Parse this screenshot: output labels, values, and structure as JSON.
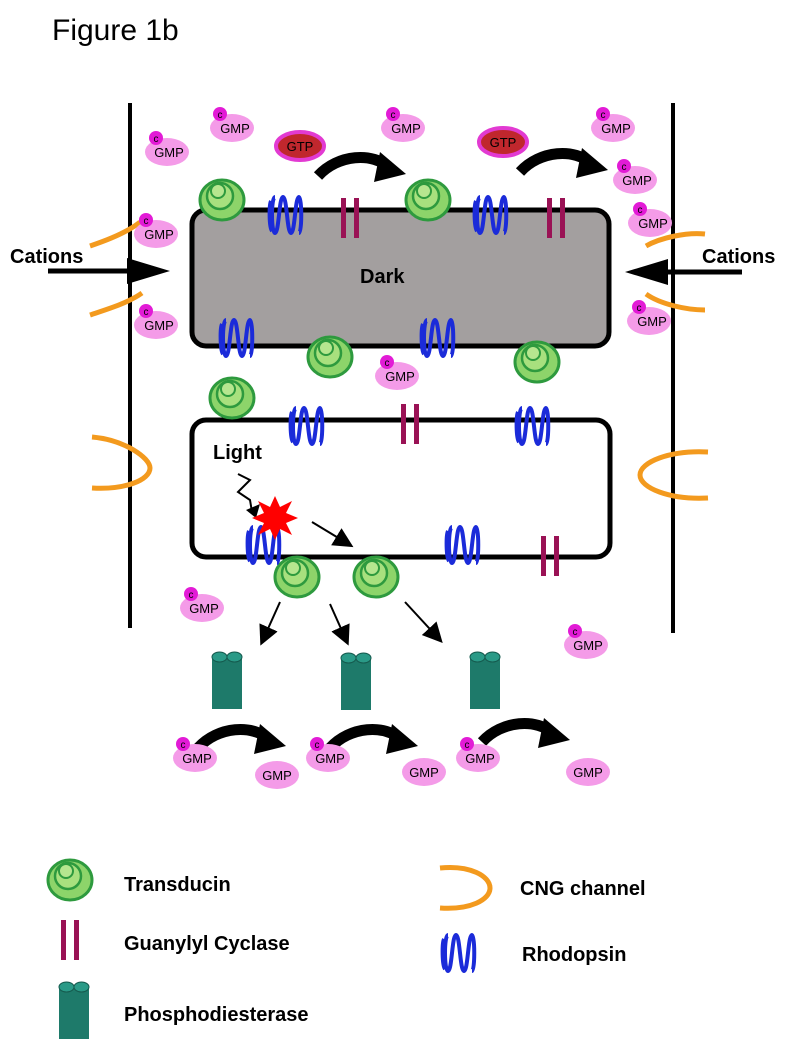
{
  "figure_title": "Figure 1b",
  "labels": {
    "cations": "Cations",
    "dark": "Dark",
    "light": "Light",
    "cgmp_prefix": "c",
    "gmp": "GMP",
    "gtp": "GTP"
  },
  "legend": {
    "transducin": "Transducin",
    "guanylyl_cyclase": "Guanylyl Cyclase",
    "phosphodiesterase": "Phosphodiesterase",
    "cng_channel": "CNG channel",
    "rhodopsin": "Rhodopsin"
  },
  "colors": {
    "disc_dark_fill": "#a39f9f",
    "transducin_green": "#8dd46a",
    "transducin_outline": "#2e9a3e",
    "rhodopsin_blue": "#1b2bd9",
    "cyclase_maroon": "#9a1255",
    "pde_teal": "#1e7a6a",
    "cng_orange": "#f39a1e",
    "cgmp_pink": "#f49be8",
    "cgmp_badge": "#e21bd6",
    "gtp_red": "#c0272d",
    "gtp_ring": "#e23ad2",
    "star_red": "#ff0000"
  }
}
